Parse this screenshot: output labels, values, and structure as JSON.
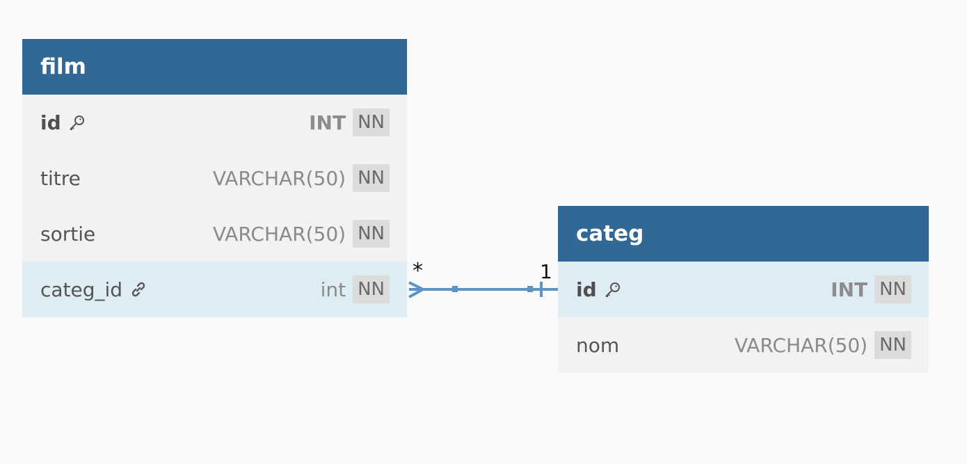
{
  "tables": {
    "film": {
      "name": "film",
      "columns": [
        {
          "name": "id",
          "type": "INT",
          "constraint": "NN",
          "primary_key": true
        },
        {
          "name": "titre",
          "type": "VARCHAR(50)",
          "constraint": "NN"
        },
        {
          "name": "sortie",
          "type": "VARCHAR(50)",
          "constraint": "NN"
        },
        {
          "name": "categ_id",
          "type": "int",
          "constraint": "NN",
          "foreign_key": true
        }
      ]
    },
    "categ": {
      "name": "categ",
      "columns": [
        {
          "name": "id",
          "type": "INT",
          "constraint": "NN",
          "primary_key": true
        },
        {
          "name": "nom",
          "type": "VARCHAR(50)",
          "constraint": "NN"
        }
      ]
    }
  },
  "relationship": {
    "from": "film.categ_id",
    "to": "categ.id",
    "from_cardinality": "*",
    "to_cardinality": "1",
    "color": "#5b95c8"
  },
  "colors": {
    "header": "#326896",
    "row": "#f2f2f2",
    "highlight_row": "#deecf4"
  },
  "icons": {
    "primary_key": "key-icon",
    "foreign_key": "link-icon"
  }
}
